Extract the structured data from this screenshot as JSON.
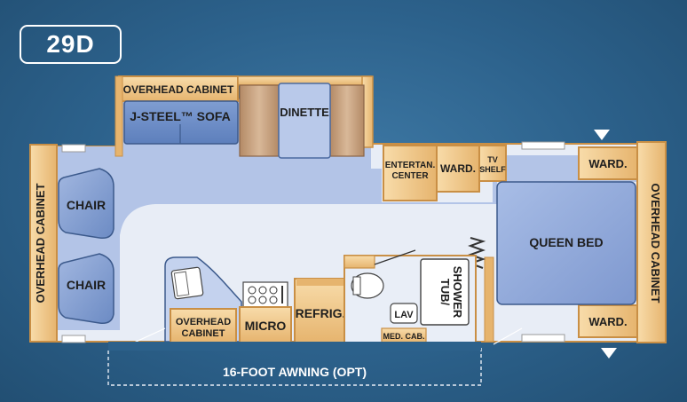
{
  "model": "29D",
  "labels": {
    "overhead_cabinet_top": "OVERHEAD CABINET",
    "sofa": "J-STEEL™ SOFA",
    "dinette": "DINETTE",
    "entertainment_line1": "ENTERTAN.",
    "entertainment_line2": "CENTER",
    "wardrobe_center": "WARD.",
    "tv_line1": "TV",
    "tv_line2": "SHELF",
    "wardrobe_top_right": "WARD.",
    "wardrobe_bottom_right": "WARD.",
    "overhead_cabinet_left": "OVERHEAD CABINET",
    "overhead_cabinet_right": "OVERHEAD CABINET",
    "chair_top": "CHAIR",
    "chair_bottom": "CHAIR",
    "queen_bed": "QUEEN BED",
    "overhead_cabinet_kitchen_line1": "OVERHEAD",
    "overhead_cabinet_kitchen_line2": "CABINET",
    "micro": "MICRO",
    "refrig": "REFRIG.",
    "lav": "LAV",
    "med_cab": "MED. CAB.",
    "tub_line1": "TUB/",
    "tub_line2": "SHOWER",
    "awning": "16-FOOT AWNING (OPT)"
  },
  "colors": {
    "background": "#2c618b",
    "cabinet": "#f1c98b",
    "cabinet_edge": "#c98f45",
    "floor_blue": "#a9bde4",
    "floor_light": "#e9eef7",
    "furniture_blue": "#8fa8d6",
    "dinette_tan": "#c59a72"
  }
}
